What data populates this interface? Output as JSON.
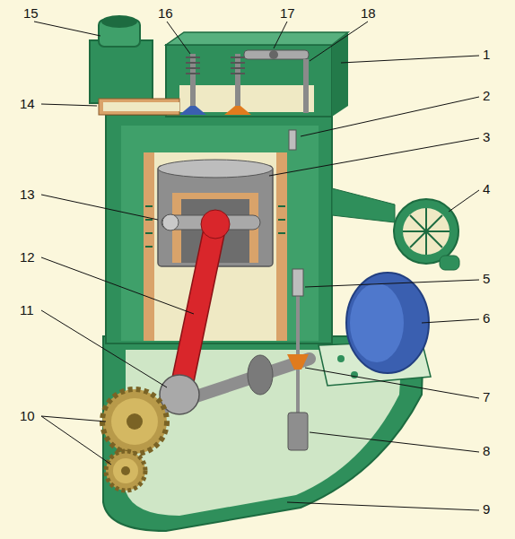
{
  "diagram": {
    "labels": [
      "15",
      "16",
      "17",
      "18",
      "1",
      "14",
      "2",
      "3",
      "13",
      "4",
      "12",
      "5",
      "6",
      "11",
      "7",
      "10",
      "8",
      "9"
    ]
  }
}
